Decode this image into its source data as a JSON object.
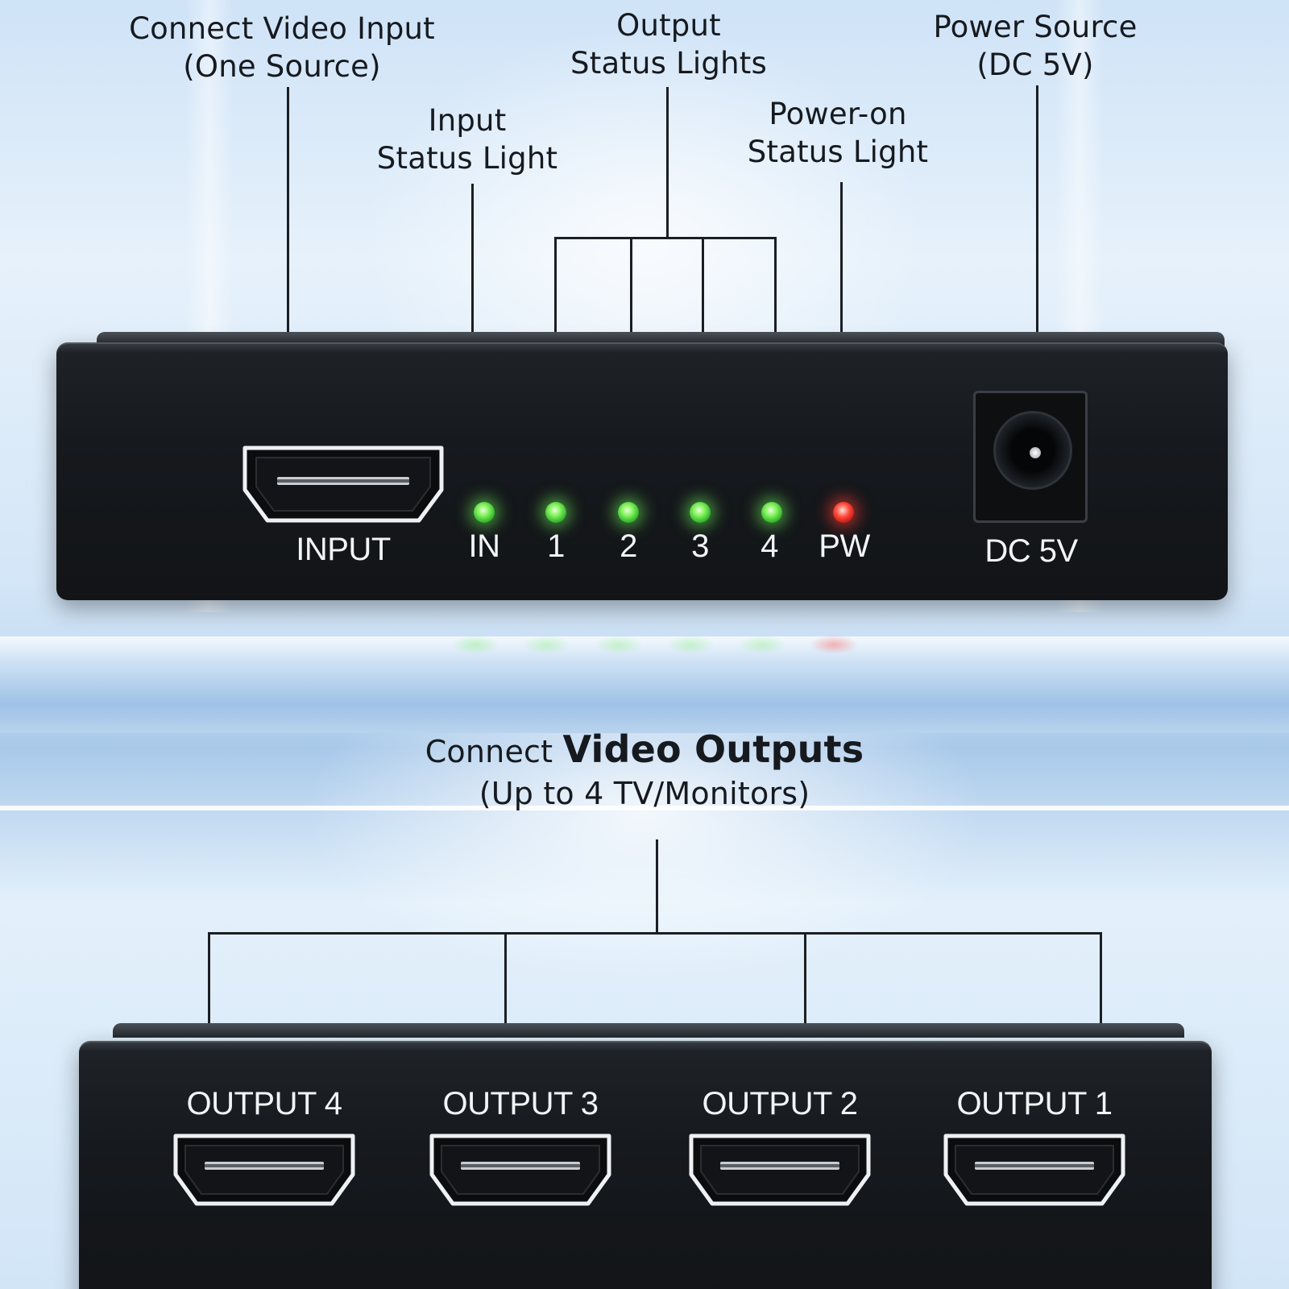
{
  "callouts_top": {
    "video_input": [
      "Connect Video Input",
      "(One Source)"
    ],
    "input_status": [
      "Input",
      "Status Light"
    ],
    "output_status": [
      "Output",
      "Status Lights"
    ],
    "power_on_status": [
      "Power-on",
      "Status Light"
    ],
    "power_source": [
      "Power Source",
      "(DC 5V)"
    ]
  },
  "callout_bottom": {
    "prefix": "Connect ",
    "emphasis": "Video Outputs",
    "line2": "(Up to 4 TV/Monitors)"
  },
  "front_panel": {
    "input_label": "INPUT",
    "indicators": [
      {
        "label": "IN",
        "color": "#6ee85a"
      },
      {
        "label": "1",
        "color": "#6ee85a"
      },
      {
        "label": "2",
        "color": "#6ee85a"
      },
      {
        "label": "3",
        "color": "#6ee85a"
      },
      {
        "label": "4",
        "color": "#6ee85a"
      },
      {
        "label": "PW",
        "color": "#ff3b30"
      }
    ],
    "dc_label": "DC 5V"
  },
  "back_panel": {
    "outputs": [
      "OUTPUT 4",
      "OUTPUT 3",
      "OUTPUT 2",
      "OUTPUT 1"
    ]
  }
}
